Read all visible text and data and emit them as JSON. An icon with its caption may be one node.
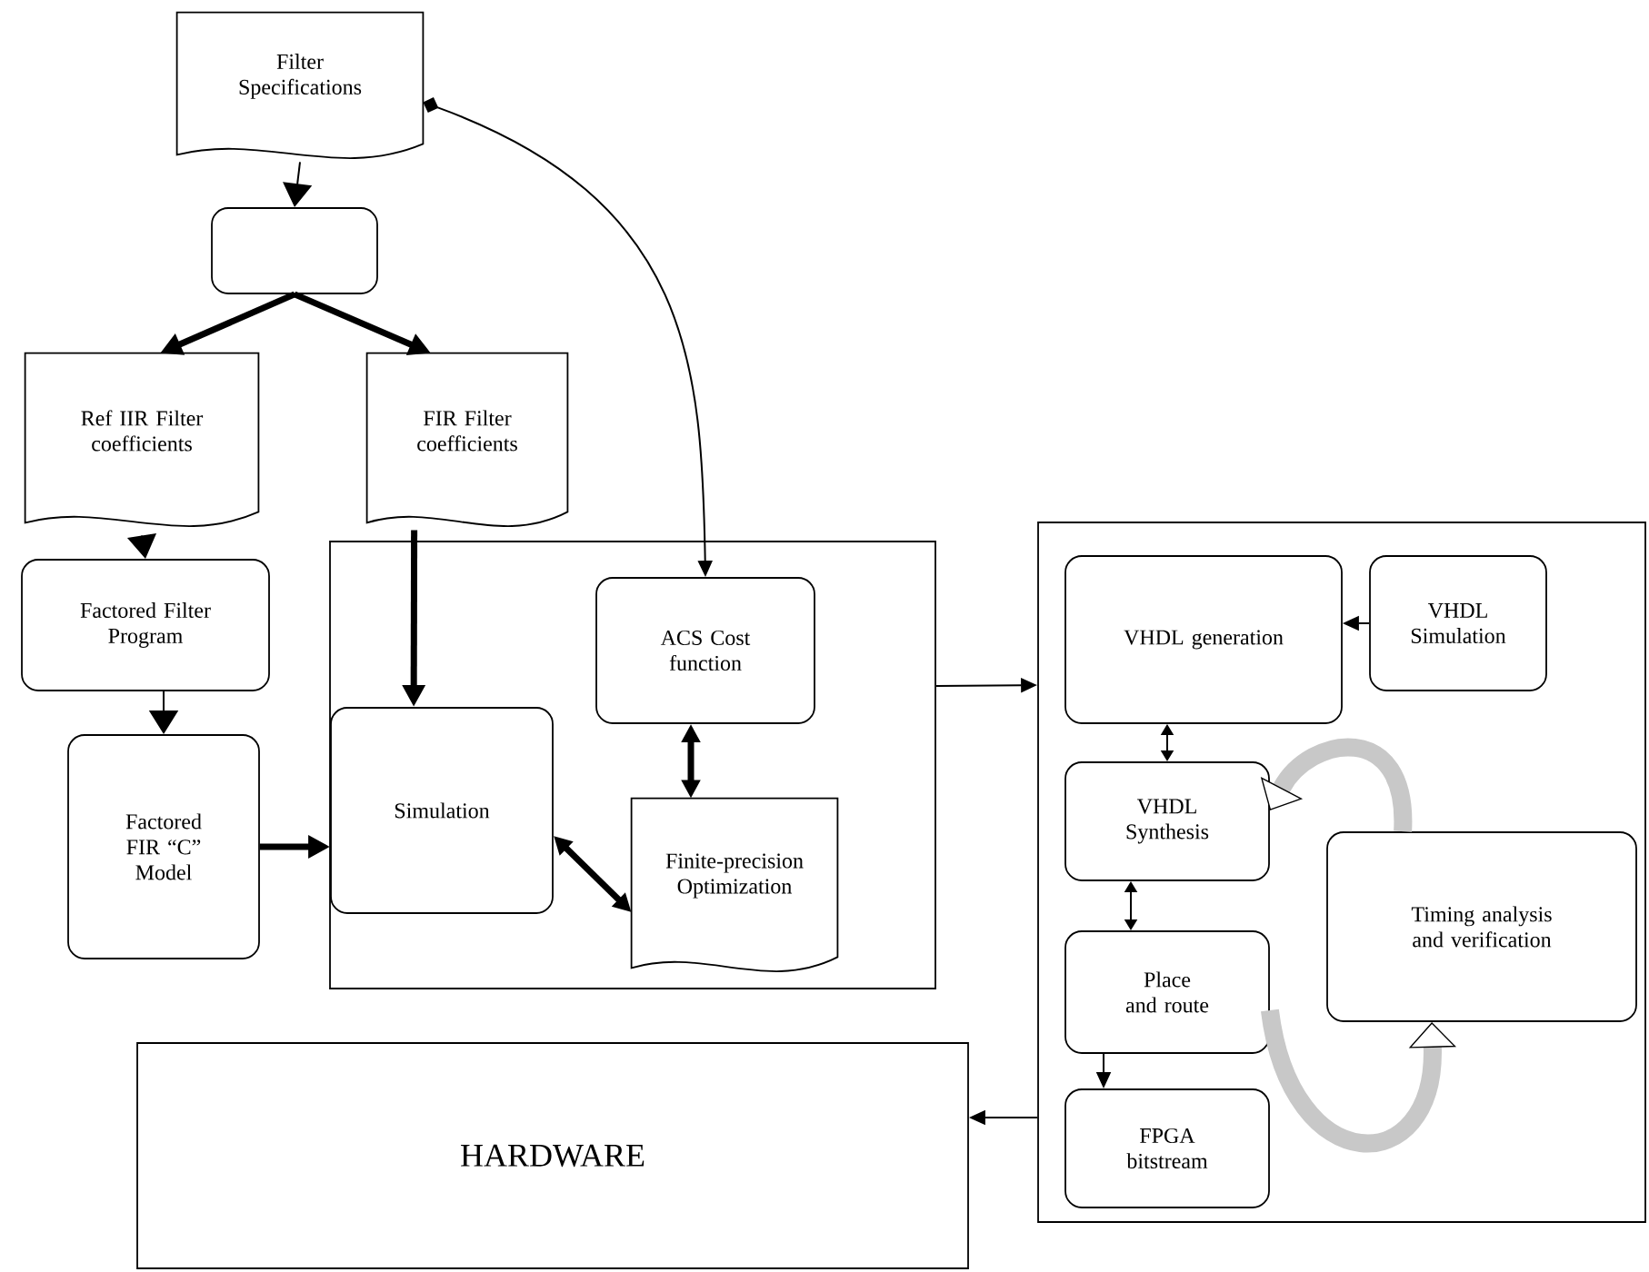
{
  "diagram": {
    "nodes": [
      {
        "text": [
          "Filter Specifications"
        ]
      },
      {
        "text": [],
        "shape": "box"
      },
      {
        "text": [
          "Ref IIR Filter coefficients"
        ]
      },
      {
        "text": [
          "FIR Filter coefficients"
        ]
      },
      {
        "text": [
          "Factored Filter Program"
        ]
      },
      {
        "text": [
          "Factored FIR “C” Model"
        ]
      },
      {
        "text": [],
        "shape": "box"
      },
      {
        "text": [
          "Simulation"
        ],
        "in": 6
      },
      {
        "text": [
          "ACS Cost function"
        ],
        "in": 6
      },
      {
        "text": [
          "Finite-precision Optimization"
        ],
        "in": 6
      },
      {
        "text": [],
        "shape": "box"
      },
      {
        "text": [
          "VHDL generation"
        ],
        "in": 10
      },
      {
        "text": [
          "VHDL Simulation"
        ],
        "in": 10
      },
      {
        "text": [
          "VHDL Synthesis"
        ],
        "in": 10
      },
      {
        "text": [
          "Place and route"
        ],
        "in": 10
      },
      {
        "text": [
          "FPGA bitstream"
        ],
        "in": 10
      },
      {
        "text": [
          "Timing analysis and verification"
        ],
        "in": 10
      },
      {
        "text": [
          "HARDWARE"
        ]
      }
    ],
    "edges": [
      {
        "from": 0,
        "to": 1,
        "arrow": "to"
      },
      {
        "from": 1,
        "to": 2,
        "arrow": "to",
        "style": "thick"
      },
      {
        "from": 1,
        "to": 3,
        "arrow": "to",
        "style": "thick"
      },
      {
        "from": 0,
        "to": 8,
        "arrow": "to"
      },
      {
        "from": 2,
        "to": 4,
        "arrow": "to"
      },
      {
        "from": 3,
        "to": 7,
        "arrow": "to",
        "style": "thick"
      },
      {
        "from": 4,
        "to": 5,
        "arrow": "to"
      },
      {
        "from": 5,
        "to": 7,
        "arrow": "to",
        "style": "thick"
      },
      {
        "from": 7,
        "to": 9,
        "arrow": "both",
        "style": "thick"
      },
      {
        "from": 8,
        "to": 9,
        "arrow": "both",
        "style": "thick"
      },
      {
        "from": 6,
        "to": 10,
        "arrow": "to"
      },
      {
        "from": 12,
        "to": 11,
        "arrow": "to"
      },
      {
        "from": 11,
        "to": 13,
        "arrow": "both"
      },
      {
        "from": 13,
        "to": 14,
        "arrow": "both"
      },
      {
        "from": 14,
        "to": 15,
        "arrow": "to"
      },
      {
        "from": 14,
        "to": 16,
        "arrow": "to",
        "style": "thick",
        "color": "#c8c8c8"
      },
      {
        "from": 16,
        "to": 13,
        "arrow": "to",
        "style": "thick",
        "color": "#c8c8c8"
      },
      {
        "from": 10,
        "to": 17,
        "arrow": "to"
      }
    ]
  }
}
